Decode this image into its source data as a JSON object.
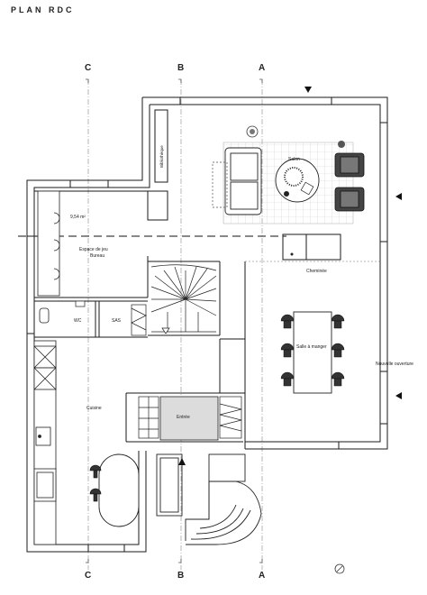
{
  "title": "PLAN RDC",
  "sections": {
    "c": "C",
    "b": "B",
    "a": "A"
  },
  "rooms": {
    "salon": "Salon",
    "bibliotheque": "Bibliothèque",
    "espace_jeu": "Espace de jeu",
    "bureau": "Bureau",
    "area": "9,54 m²",
    "cheminee": "Cheminée",
    "wc": "WC",
    "sas": "SAS",
    "salle_a_manger": "Salle à manger",
    "nouvelle_ouverture": "Nouvelle ouverture",
    "cuisine": "Cuisine",
    "entree": "Entrée"
  },
  "icons": {
    "north": "compass-icon",
    "view_marker": "triangle-marker-icon"
  },
  "colors": {
    "wall": "#1a1a1a",
    "section_line": "#999999",
    "entry_fill": "#dcdcdc",
    "rug_grid": "#cfcfcf"
  }
}
